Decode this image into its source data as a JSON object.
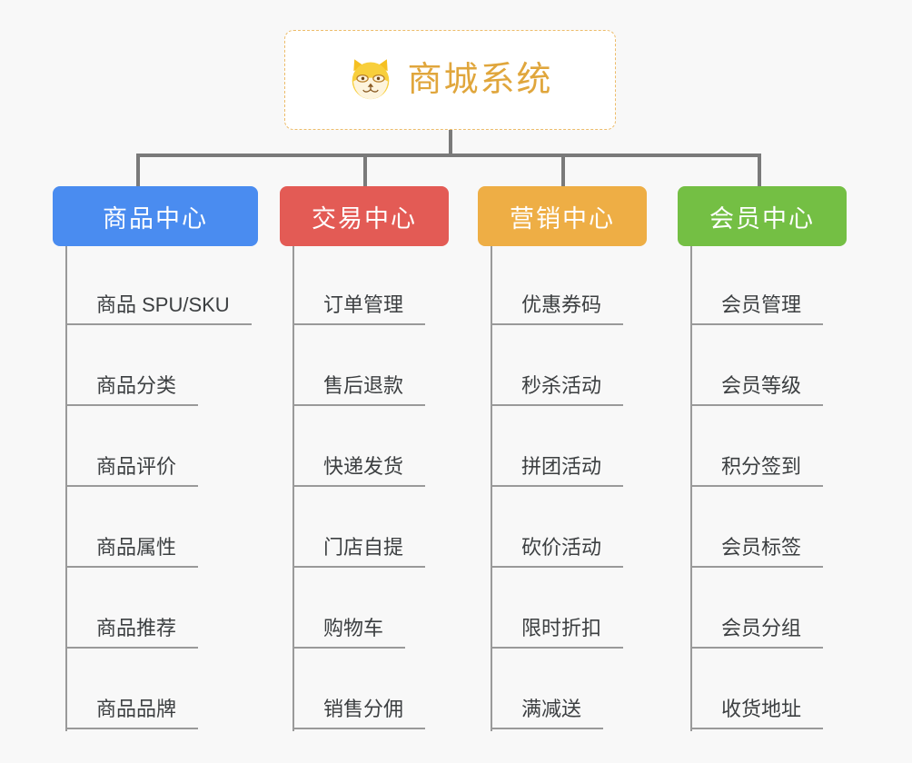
{
  "diagram": {
    "type": "org-chart",
    "background_color": "#f8f8f8",
    "connector_color": "#7a7a7a",
    "leaf_line_color": "#9a9a9a",
    "leaf_text_color": "#3c3f41"
  },
  "root": {
    "icon": "shiba-dog-face-icon",
    "title": "商城系统",
    "title_color": "#e0a63c",
    "border_color": "#edbc6a",
    "background_color": "#ffffff"
  },
  "categories": [
    {
      "label": "商品中心",
      "color": "#4a8cf0",
      "items": [
        "商品 SPU/SKU",
        "商品分类",
        "商品评价",
        "商品属性",
        "商品推荐",
        "商品品牌"
      ]
    },
    {
      "label": "交易中心",
      "color": "#e35b55",
      "items": [
        "订单管理",
        "售后退款",
        "快递发货",
        "门店自提",
        "购物车",
        "销售分佣"
      ]
    },
    {
      "label": "营销中心",
      "color": "#eeae45",
      "items": [
        "优惠券码",
        "秒杀活动",
        "拼团活动",
        "砍价活动",
        "限时折扣",
        "满减送"
      ]
    },
    {
      "label": "会员中心",
      "color": "#74bf44",
      "items": [
        "会员管理",
        "会员等级",
        "积分签到",
        "会员标签",
        "会员分组",
        "收货地址"
      ]
    }
  ]
}
